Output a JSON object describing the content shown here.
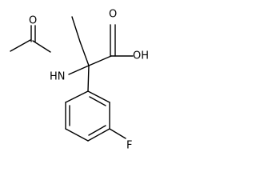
{
  "molecule": {
    "labels": {
      "oxygen_acetyl": "O",
      "nh": "HN",
      "oxygen_acid": "O",
      "oh": "OH",
      "fluorine": "F"
    }
  }
}
